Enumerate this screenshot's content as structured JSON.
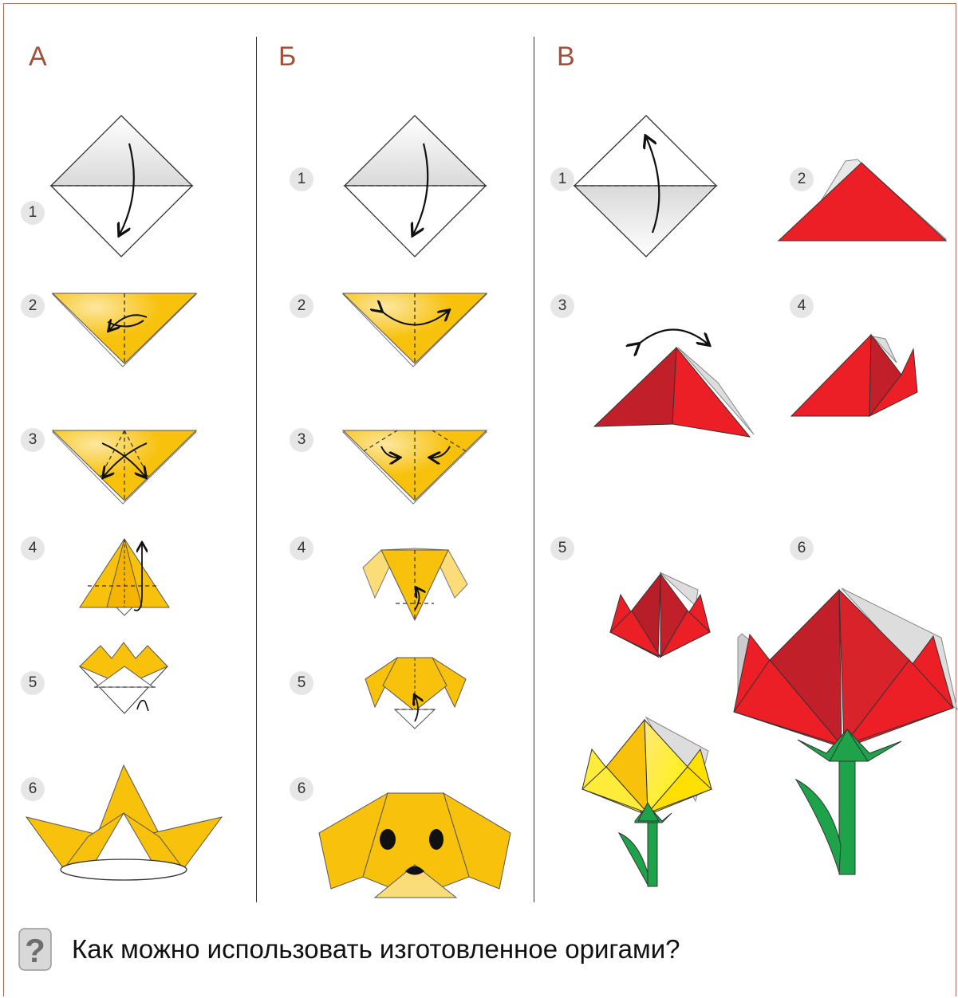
{
  "columns": [
    {
      "label": "А",
      "steps": [
        "1",
        "2",
        "3",
        "4",
        "5",
        "6"
      ]
    },
    {
      "label": "Б",
      "steps": [
        "1",
        "2",
        "3",
        "4",
        "5",
        "6"
      ]
    },
    {
      "label": "В",
      "steps": [
        "1",
        "2",
        "3",
        "4",
        "5",
        "6"
      ]
    }
  ],
  "question": "Как можно использовать изготовленное оригами?",
  "colors": {
    "yellow": "#f8c10c",
    "light_yellow": "#fadc78",
    "red": "#ec1f27",
    "dark_red": "#c1202a",
    "green": "#1ea34a",
    "frame": "#b0695a",
    "label": "#a0513a"
  },
  "icons": [
    "question-icon"
  ]
}
